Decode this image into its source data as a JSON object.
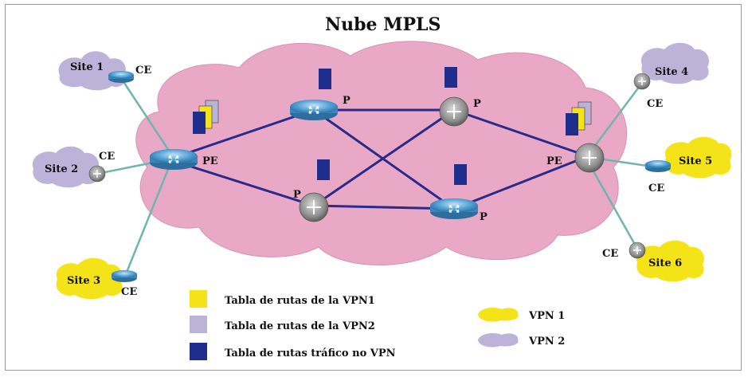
{
  "title": "Nube MPLS",
  "colors": {
    "cloud": "#e9a9c6",
    "vpn1": "#f5e31a",
    "vpn2": "#bdb2d7",
    "non_vpn": "#1f2d8c",
    "link_core": "#2a2a8a",
    "link_access": "#6fb5ad",
    "router_blue": "#4f9fd3",
    "router_gray": "#8f8f8f"
  },
  "sites": {
    "s1": "Site 1",
    "s2": "Site 2",
    "s3": "Site 3",
    "s4": "Site 4",
    "s5": "Site 5",
    "s6": "Site 6"
  },
  "roles": {
    "ce": "CE",
    "pe": "PE",
    "p": "P"
  },
  "legend": {
    "vpn1_table": "Tabla  de rutas de la VPN1",
    "vpn2_table": "Tabla  de rutas de la VPN2",
    "nonvpn_table": "Tabla  de rutas tráfico no VPN",
    "vpn1": "VPN 1",
    "vpn2": "VPN 2"
  }
}
